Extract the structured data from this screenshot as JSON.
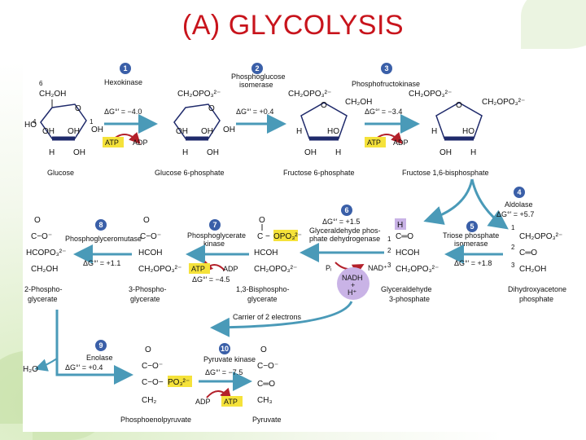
{
  "title": "(A) GLYCOLYSIS",
  "steps": [
    {
      "n": "1",
      "enzyme": "Hexokinase",
      "dg": "ΔG°′ = −4.0"
    },
    {
      "n": "2",
      "enzyme": "Phosphoglucose",
      "enzyme2": "isomerase",
      "dg": "ΔG°′ = +0.4"
    },
    {
      "n": "3",
      "enzyme": "Phosphofructokinase",
      "dg": "ΔG°′ = −3.4"
    },
    {
      "n": "4",
      "enzyme": "Aldolase",
      "dg": "ΔG°′ = +5.7"
    },
    {
      "n": "5",
      "enzyme": "Triose phosphate",
      "enzyme2": "isomerase",
      "dg": "ΔG°′ = +1.8"
    },
    {
      "n": "6",
      "enzyme": "Glyceraldehyde phos-",
      "enzyme2": "phate dehydrogenase",
      "dg": "ΔG°′ = +1.5"
    },
    {
      "n": "7",
      "enzyme": "Phosphoglycerate",
      "enzyme2": "kinase",
      "dg": "ΔG°′ = −4.5"
    },
    {
      "n": "8",
      "enzyme": "Phosphoglyceromutase",
      "dg": "ΔG°′ = +1.1"
    },
    {
      "n": "9",
      "enzyme": "Enolase",
      "dg": "ΔG°′ = +0.4"
    },
    {
      "n": "10",
      "enzyme": "Pyruvate kinase",
      "dg": "ΔG°′ = −7.5"
    }
  ],
  "molecules": {
    "glucose": "Glucose",
    "g6p": "Glucose 6-phosphate",
    "f6p": "Fructose 6-phosphate",
    "f16bp": "Fructose 1,6-bisphosphate",
    "dhap1": "Dihydroxyacetone",
    "dhap2": "phosphate",
    "g3p1": "Glyceraldehyde",
    "g3p2": "3-phosphate",
    "bpg1": "1,3-Bisphospho-",
    "bpg2": "glycerate",
    "pg3a": "3-Phospho-",
    "pg3b": "glycerate",
    "pg2a": "2-Phospho-",
    "pg2b": "glycerate",
    "pep": "Phosphoenolpyruvate",
    "pyr": "Pyruvate"
  },
  "cofactors": {
    "atp": "ATP",
    "adp": "ADP",
    "pi": "Pᵢ",
    "nad": "NAD⁺",
    "nadh": "NADH",
    "plus": "+",
    "hplus": "H⁺",
    "h2o": "H₂O",
    "carrier": "Carrier of 2 electrons"
  },
  "groups": {
    "ch2oh": "CH₂OH",
    "ch2opo3": "CH₂OPO₃²⁻",
    "opo3": "OPO₃²⁻",
    "po3": "PO₃²⁻",
    "c_eq_o": "C═O",
    "c_o": "C−O⁻",
    "hcoh": "HCOH",
    "hcopo3": "HCOPO₃²⁻",
    "ch2": "CH₂",
    "ch3": "CH₃",
    "h": "H",
    "oh": "OH",
    "ho": "HO",
    "o": "O",
    "c": "C",
    "cHO_H": "H"
  },
  "colors": {
    "title": "#c8141c",
    "arrow": "#4a9ab8",
    "stepcircle": "#3a5fa8",
    "highlight": "#f5e23a",
    "nadh": "#c9b3e6",
    "ring": "#1f2a6b"
  }
}
